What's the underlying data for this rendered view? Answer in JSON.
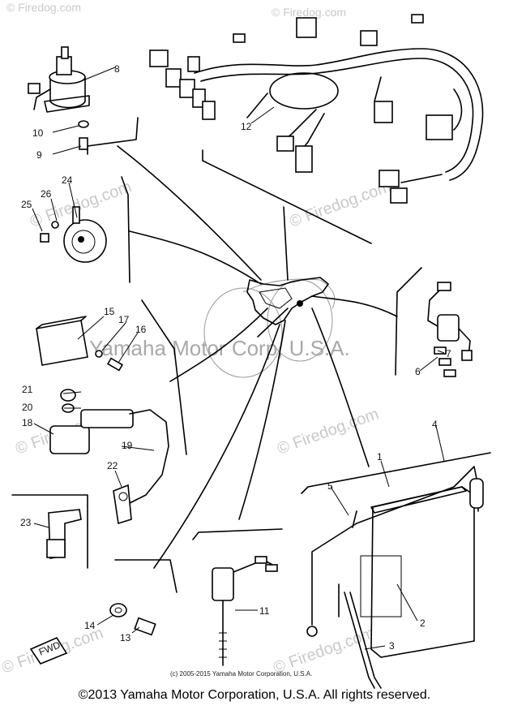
{
  "watermarks": {
    "site": "© Firedog.com",
    "site_alt": "© Firedog.com",
    "center": "Yamaha Motor Corp, U.S.A."
  },
  "fine_print": "(c) 2005-2015 Yamaha Motor Corporation, U.S.A.",
  "copyright": "©2013 Yamaha Motor Corporation, U.S.A. All rights reserved.",
  "callouts": {
    "c1": "1",
    "c2": "2",
    "c3": "3",
    "c4": "4",
    "c5": "5",
    "c6": "6",
    "c7": "7",
    "c8": "8",
    "c9": "9",
    "c10": "10",
    "c11": "11",
    "c12": "12",
    "c13": "13",
    "c14": "14",
    "c15": "15",
    "c16": "16",
    "c17": "17",
    "c18": "18",
    "c19": "19",
    "c20": "20",
    "c21": "21",
    "c22": "22",
    "c23": "23",
    "c24": "24",
    "c25": "25",
    "c26": "26"
  },
  "front_marker": "FWD",
  "colors": {
    "line": "#000000",
    "watermark": "#c9c9c9",
    "background": "#ffffff"
  }
}
